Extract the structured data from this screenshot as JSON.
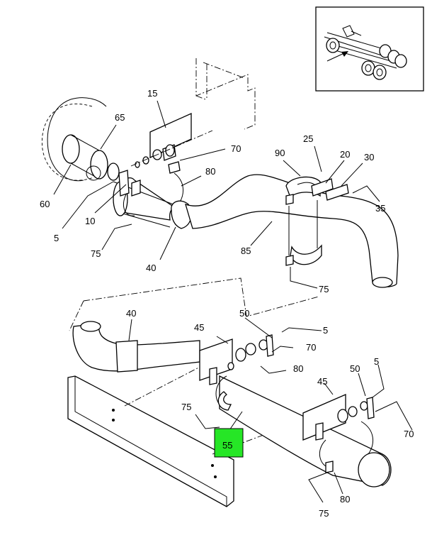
{
  "labels": {
    "l15": "15",
    "l65": "65",
    "l70a": "70",
    "l25": "25",
    "l20": "20",
    "l30": "30",
    "l90": "90",
    "l80a": "80",
    "l60": "60",
    "l10": "10",
    "l5a": "5",
    "l35": "35",
    "l75a": "75",
    "l85": "85",
    "l40a": "40",
    "l75b": "75",
    "l40b": "40",
    "l50a": "50",
    "l45a": "45",
    "l5b": "5",
    "l70b": "70",
    "l80b": "80",
    "l5c": "5",
    "l50b": "50",
    "l45b": "45",
    "l75c": "75",
    "l55": "55",
    "l70c": "70",
    "l80c": "80",
    "l75d": "75"
  },
  "highlight": {
    "part": "55",
    "color": "#26e626"
  }
}
